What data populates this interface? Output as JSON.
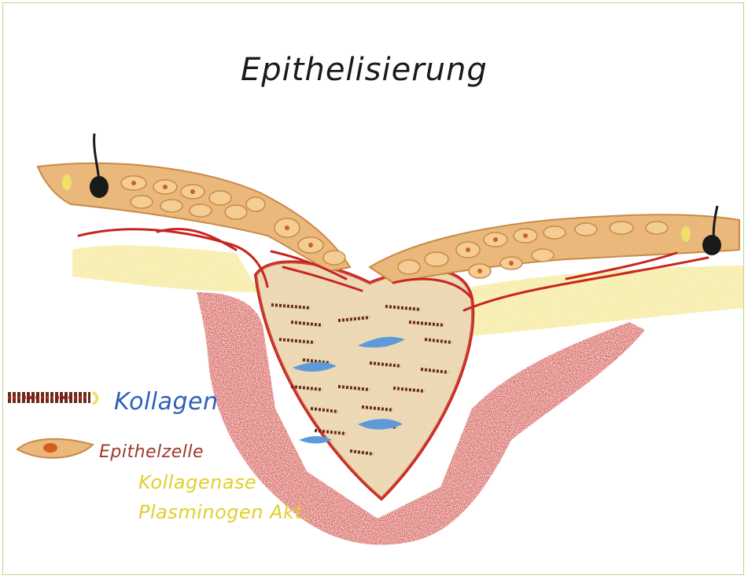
{
  "title": "Epithelisierung",
  "legend": {
    "kollagen": "Kollagen",
    "epithelzelle": "Epithelzelle",
    "kollagenase": "Kollagenase",
    "plasminogen": "Plasminogen Akt."
  },
  "colors": {
    "frame_border": "#b6d98a",
    "epidermis": "#e9b87a",
    "dermis_yellow": "#f1e27c",
    "blood": "#c8251e",
    "wound_fill": "#f2e2c2",
    "collagen": "#6a2a1a",
    "fibroblast": "#5d9ad8",
    "hair": "#1a1a1a",
    "label_blue": "#2f5fb8",
    "label_brown": "#9a3a2a",
    "label_yellow": "#e0cf2a"
  },
  "icons": [
    "hair-follicle-left-icon",
    "hair-follicle-right-icon",
    "collagen-fiber-icon",
    "epithelial-cell-icon"
  ]
}
